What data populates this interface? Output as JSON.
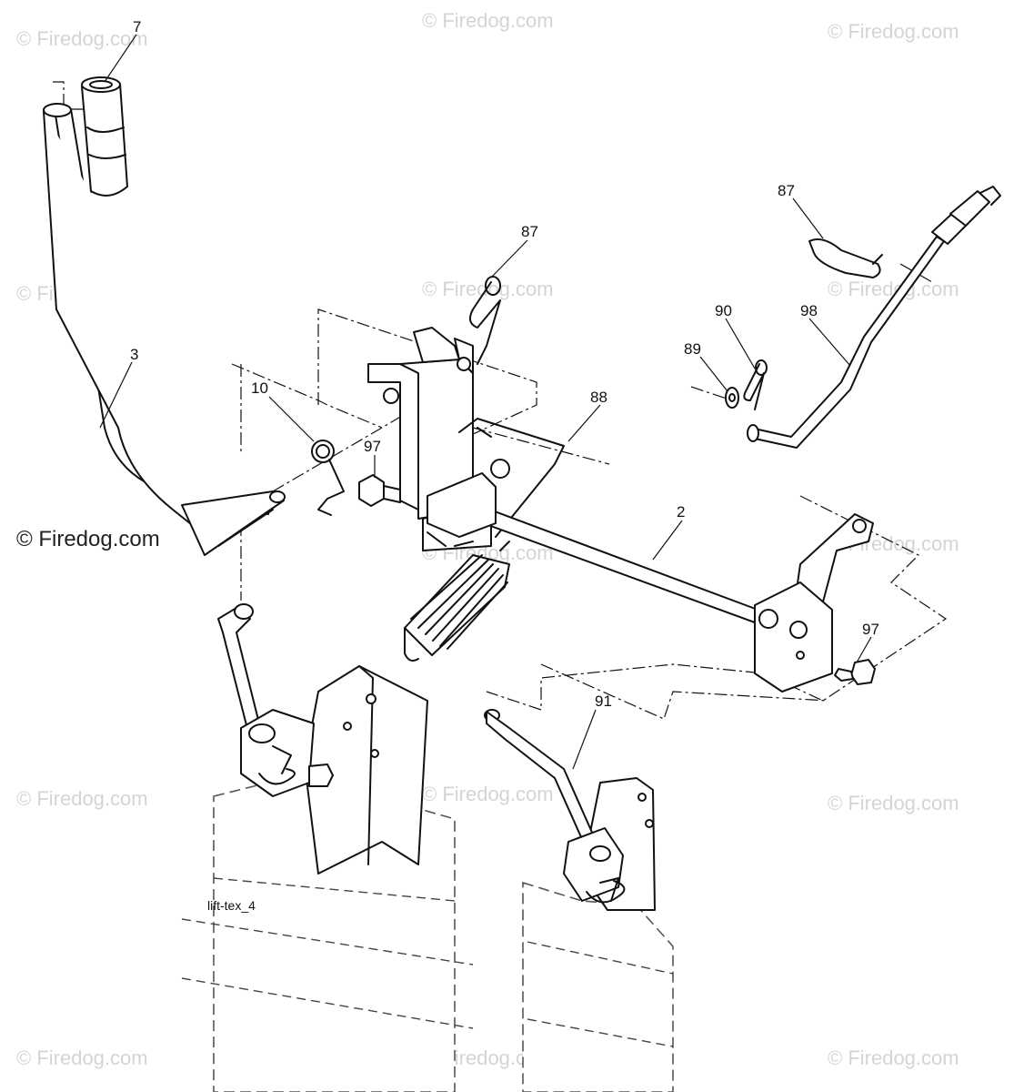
{
  "callouts": {
    "c7": "7",
    "c87a": "87",
    "c87b": "87",
    "c3": "3",
    "c90": "90",
    "c98": "98",
    "c89": "89",
    "c10": "10",
    "c97a": "97",
    "c88": "88",
    "c2": "2",
    "c97b": "97",
    "c91": "91"
  },
  "reference_code": "lift-tex_4",
  "watermark": {
    "text": "Firedog.com",
    "symbol": "©",
    "main_text": "© Firedog.com"
  }
}
